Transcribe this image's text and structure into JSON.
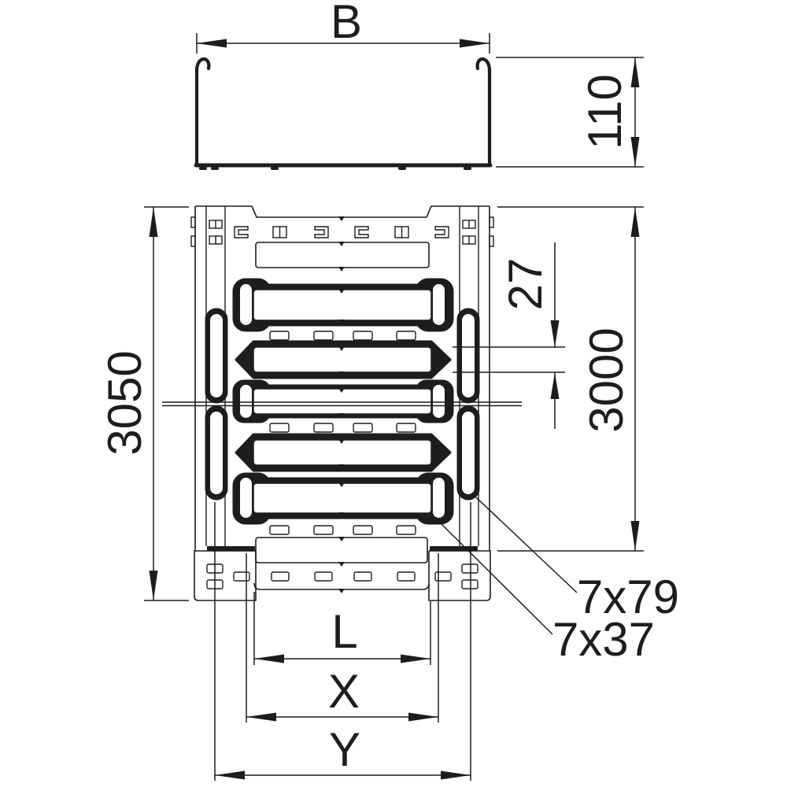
{
  "drawing": {
    "title": "cable-tray-dimensional-drawing",
    "labels": {
      "width": "B",
      "height": "110",
      "overall_length": "3050",
      "perforation_length": "3000",
      "slot_pitch": "27",
      "side_rail_slot": "7x79",
      "base_slot": "7x37",
      "dim_l": "L",
      "dim_x": "X",
      "dim_y": "Y"
    },
    "colors": {
      "line": "#1d1d1b",
      "background": "#ffffff"
    }
  }
}
